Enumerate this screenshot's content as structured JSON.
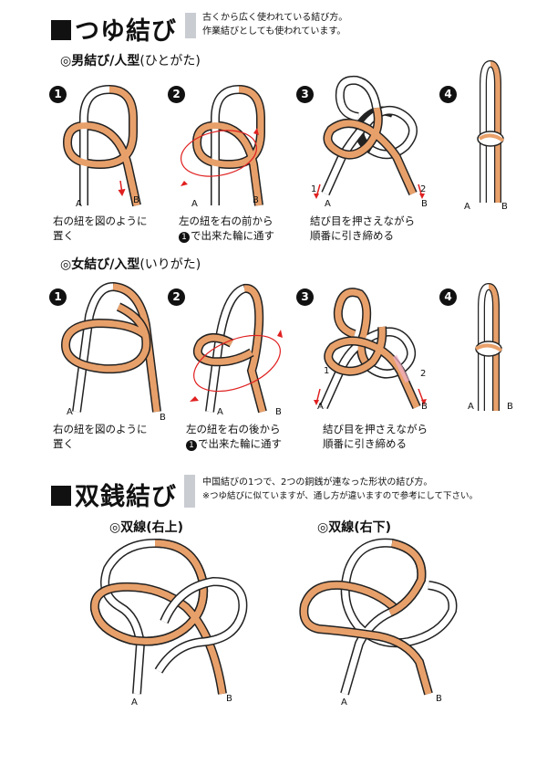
{
  "section1": {
    "title": "つゆ結び",
    "desc_line1": "古くから広く使われている結び方。",
    "desc_line2": "作業結びとしても使われています。"
  },
  "male": {
    "heading": "◎男結び/人型",
    "heading_reading": "(ひとがた)",
    "steps": [
      {
        "num": "❶",
        "caption1": "右の紐を図のように",
        "caption2": "置く",
        "label_a": "A",
        "label_b": "B"
      },
      {
        "num": "❷",
        "caption1": "左の紐を右の前から",
        "caption2": "で出来た輪に通す",
        "caption2_ref": "❶",
        "label_a": "A",
        "label_b": "B"
      },
      {
        "num": "❸",
        "caption1": "結び目を押さえながら",
        "caption2": "順番に引き締める",
        "label_a": "A",
        "label_b": "B",
        "order_1": "1",
        "order_2": "2"
      },
      {
        "num": "❹",
        "label_a": "A",
        "label_b": "B"
      }
    ]
  },
  "female": {
    "heading": "◎女結び/入型",
    "heading_reading": "(いりがた)",
    "steps": [
      {
        "num": "❶",
        "caption1": "右の紐を図のように",
        "caption2": "置く",
        "label_a": "A",
        "label_b": "B"
      },
      {
        "num": "❷",
        "caption1": "左の紐を右の後から",
        "caption2": "で出来た輪に通す",
        "caption2_ref": "❶",
        "label_a": "A",
        "label_b": "B"
      },
      {
        "num": "❸",
        "caption1": "結び目を押さえながら",
        "caption2": "順番に引き締める",
        "label_a": "A",
        "label_b": "B",
        "order_1": "1",
        "order_2": "2"
      },
      {
        "num": "❹",
        "label_a": "A",
        "label_b": "B"
      }
    ]
  },
  "section2": {
    "title": "双銭結び",
    "desc_line1": "中国結びの1つで、2つの銅銭が連なった形状の結び方。",
    "desc_line2": "※つゆ結びに似ていますが、通し方が違いますので参考にして下さい。"
  },
  "double": {
    "variants": [
      {
        "heading": "◎双線(右上)",
        "label_a": "A",
        "label_b": "B"
      },
      {
        "heading": "◎双線(右下)",
        "label_a": "A",
        "label_b": "B"
      }
    ]
  },
  "colors": {
    "orange_cord": "#e8a06a",
    "white_cord": "#ffffff",
    "outline": "#222222",
    "arrow": "#e02020"
  }
}
